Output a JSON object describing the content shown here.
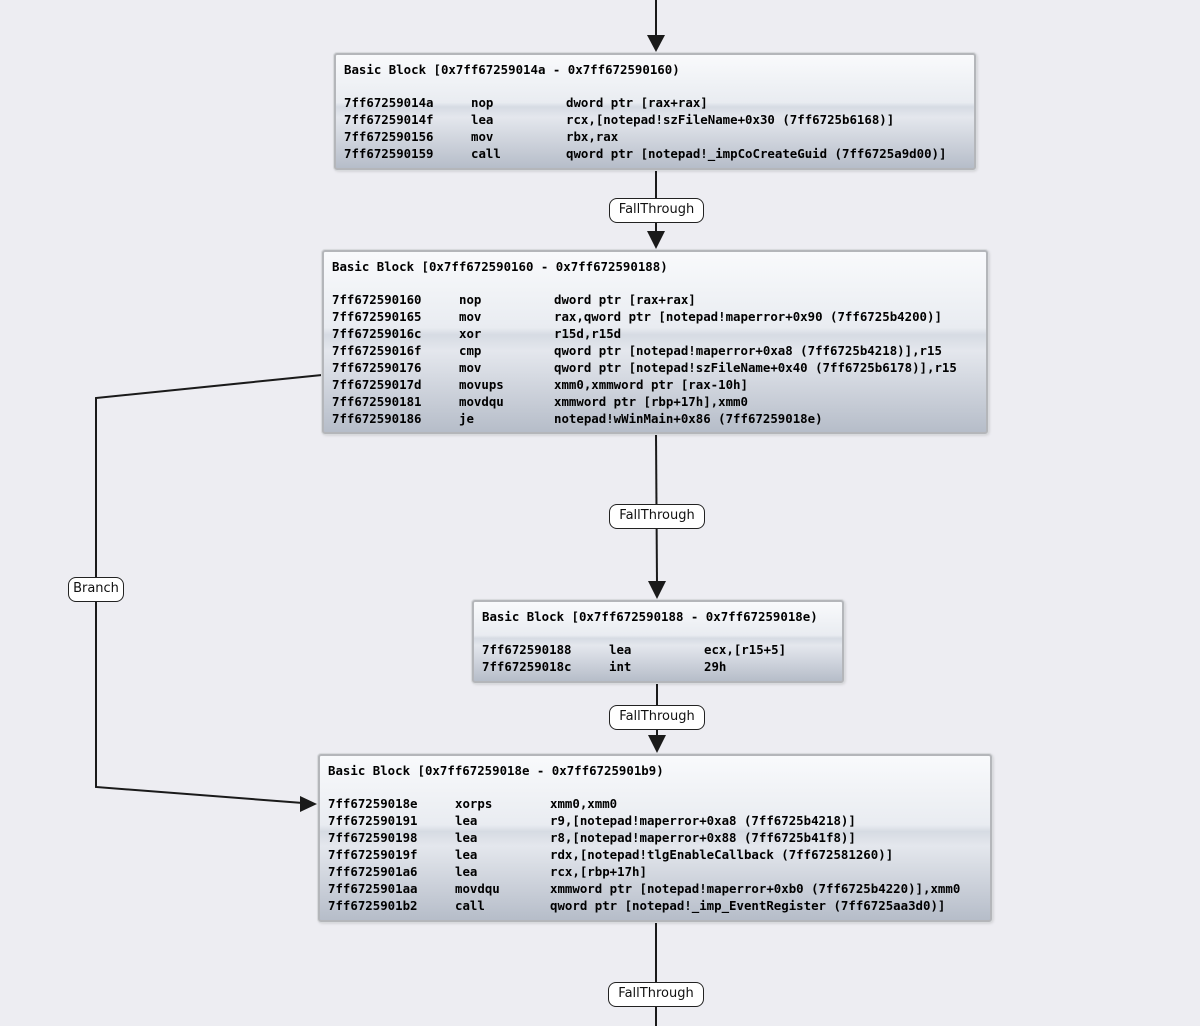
{
  "blocks": [
    {
      "title": "Basic Block [0x7ff67259014a - 0x7ff672590160)",
      "instructions": [
        {
          "addr": "7ff67259014a",
          "mnemonic": "nop",
          "operands": "dword ptr [rax+rax]"
        },
        {
          "addr": "7ff67259014f",
          "mnemonic": "lea",
          "operands": "rcx,[notepad!szFileName+0x30 (7ff6725b6168)]"
        },
        {
          "addr": "7ff672590156",
          "mnemonic": "mov",
          "operands": "rbx,rax"
        },
        {
          "addr": "7ff672590159",
          "mnemonic": "call",
          "operands": "qword ptr [notepad!_impCoCreateGuid (7ff6725a9d00)]"
        }
      ]
    },
    {
      "title": "Basic Block [0x7ff672590160 - 0x7ff672590188)",
      "instructions": [
        {
          "addr": "7ff672590160",
          "mnemonic": "nop",
          "operands": "dword ptr [rax+rax]"
        },
        {
          "addr": "7ff672590165",
          "mnemonic": "mov",
          "operands": "rax,qword ptr [notepad!maperror+0x90 (7ff6725b4200)]"
        },
        {
          "addr": "7ff67259016c",
          "mnemonic": "xor",
          "operands": "r15d,r15d"
        },
        {
          "addr": "7ff67259016f",
          "mnemonic": "cmp",
          "operands": "qword ptr [notepad!maperror+0xa8 (7ff6725b4218)],r15"
        },
        {
          "addr": "7ff672590176",
          "mnemonic": "mov",
          "operands": "qword ptr [notepad!szFileName+0x40 (7ff6725b6178)],r15"
        },
        {
          "addr": "7ff67259017d",
          "mnemonic": "movups",
          "operands": "xmm0,xmmword ptr [rax-10h]"
        },
        {
          "addr": "7ff672590181",
          "mnemonic": "movdqu",
          "operands": "xmmword ptr [rbp+17h],xmm0"
        },
        {
          "addr": "7ff672590186",
          "mnemonic": "je",
          "operands": "notepad!wWinMain+0x86 (7ff67259018e)"
        }
      ]
    },
    {
      "title": "Basic Block [0x7ff672590188 - 0x7ff67259018e)",
      "instructions": [
        {
          "addr": "7ff672590188",
          "mnemonic": "lea",
          "operands": "ecx,[r15+5]"
        },
        {
          "addr": "7ff67259018c",
          "mnemonic": "int",
          "operands": "29h"
        }
      ]
    },
    {
      "title": "Basic Block [0x7ff67259018e - 0x7ff6725901b9)",
      "instructions": [
        {
          "addr": "7ff67259018e",
          "mnemonic": "xorps",
          "operands": "xmm0,xmm0"
        },
        {
          "addr": "7ff672590191",
          "mnemonic": "lea",
          "operands": "r9,[notepad!maperror+0xa8 (7ff6725b4218)]"
        },
        {
          "addr": "7ff672590198",
          "mnemonic": "lea",
          "operands": "r8,[notepad!maperror+0x88 (7ff6725b41f8)]"
        },
        {
          "addr": "7ff67259019f",
          "mnemonic": "lea",
          "operands": "rdx,[notepad!tlgEnableCallback (7ff672581260)]"
        },
        {
          "addr": "7ff6725901a6",
          "mnemonic": "lea",
          "operands": "rcx,[rbp+17h]"
        },
        {
          "addr": "7ff6725901aa",
          "mnemonic": "movdqu",
          "operands": "xmmword ptr [notepad!maperror+0xb0 (7ff6725b4220)],xmm0"
        },
        {
          "addr": "7ff6725901b2",
          "mnemonic": "call",
          "operands": "qword ptr [notepad!_imp_EventRegister (7ff6725aa3d0)]"
        }
      ]
    }
  ],
  "edge_labels": {
    "fallthrough_1": "FallThrough",
    "fallthrough_2": "FallThrough",
    "fallthrough_3": "FallThrough",
    "fallthrough_4": "FallThrough",
    "branch": "Branch"
  }
}
